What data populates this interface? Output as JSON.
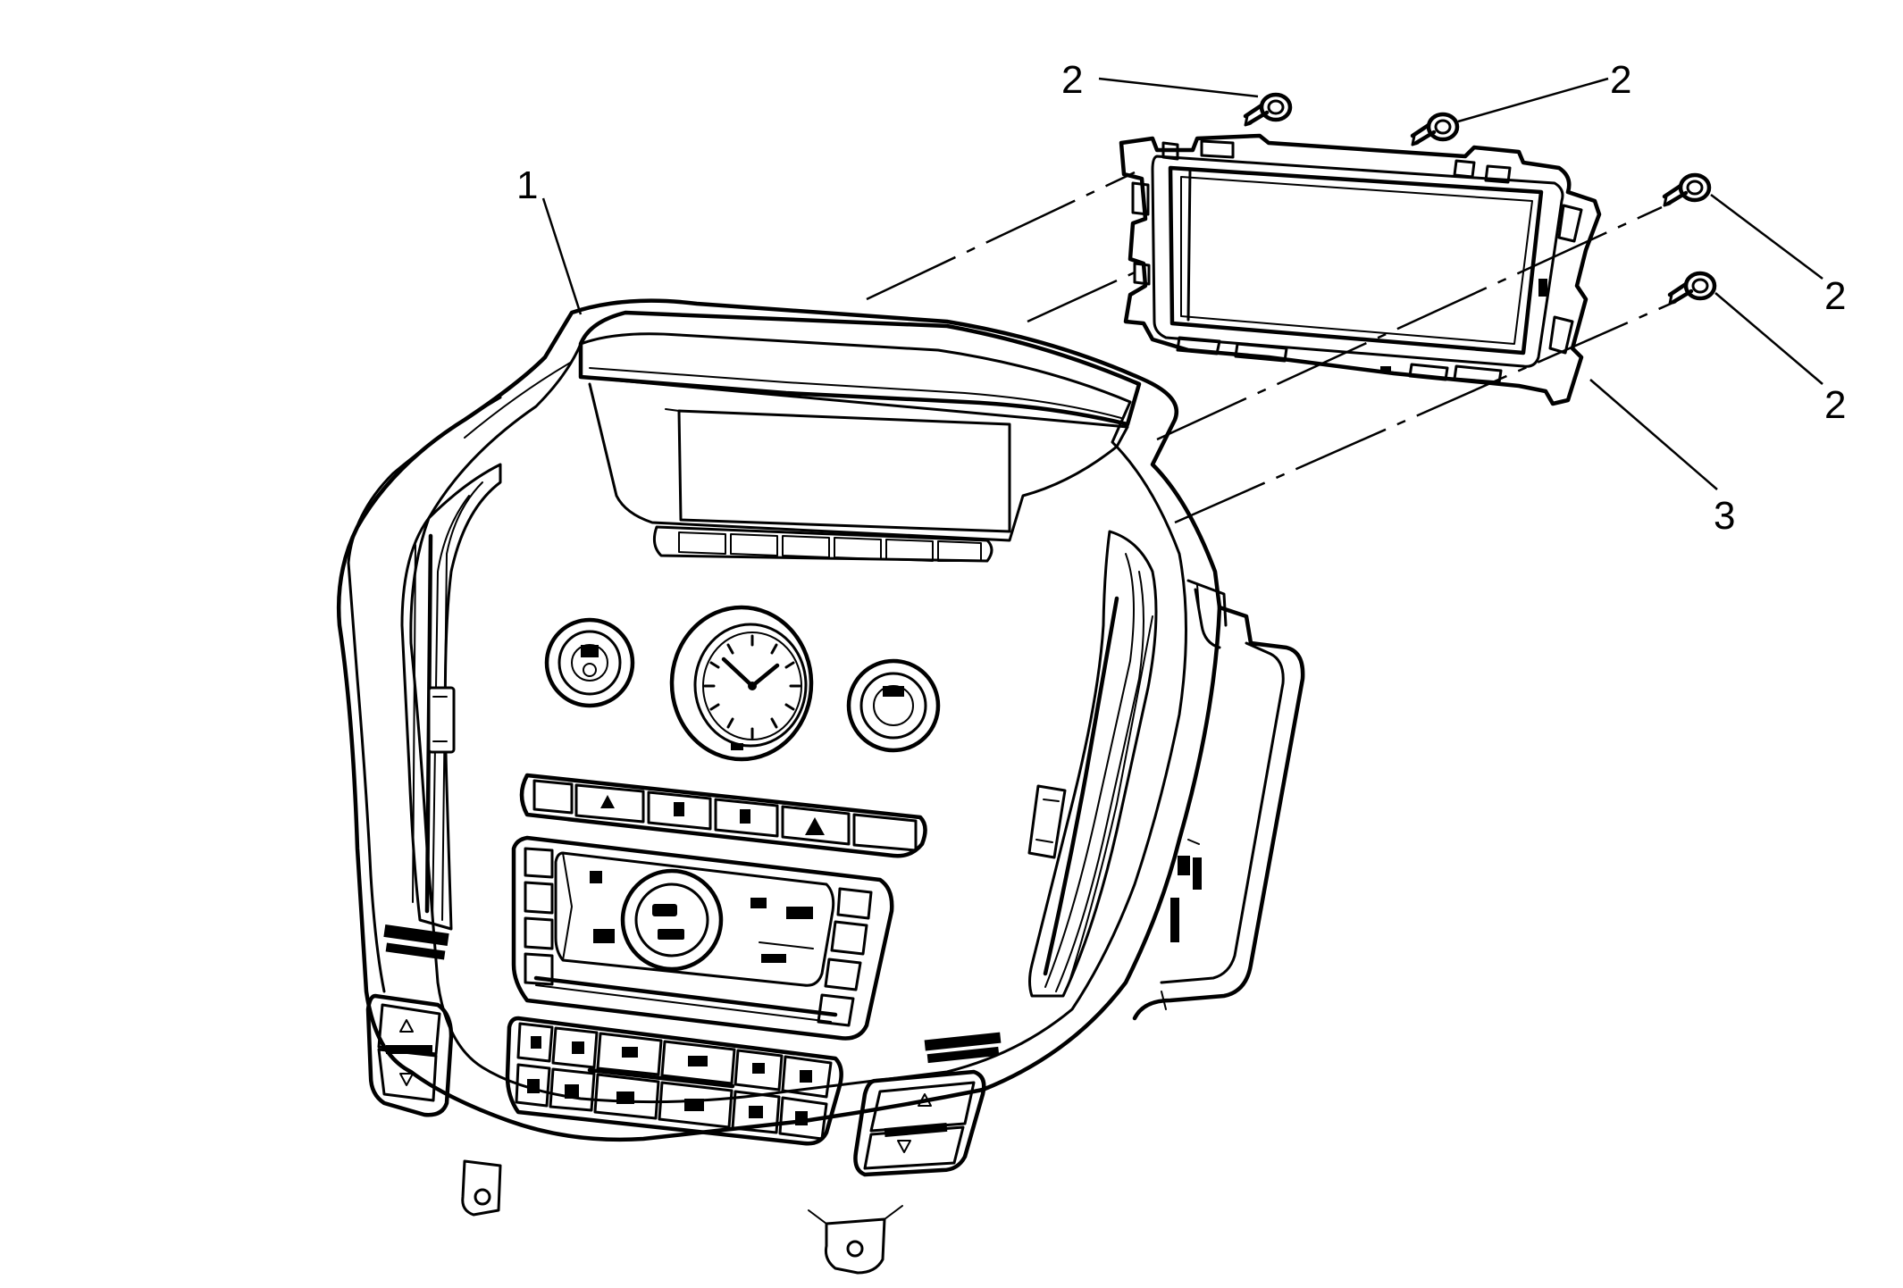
{
  "callouts": {
    "bezel": "1",
    "screw_top_left": "2",
    "screw_top_right": "2",
    "screw_right_upper": "2",
    "screw_right_lower": "2",
    "display_module": "3"
  },
  "icons": [
    "clock-icon",
    "hazard-triangle-icon",
    "screw-icon",
    "control-knob-icon",
    "vent-icon"
  ],
  "colors": {
    "line": "#000000",
    "background": "#ffffff"
  }
}
